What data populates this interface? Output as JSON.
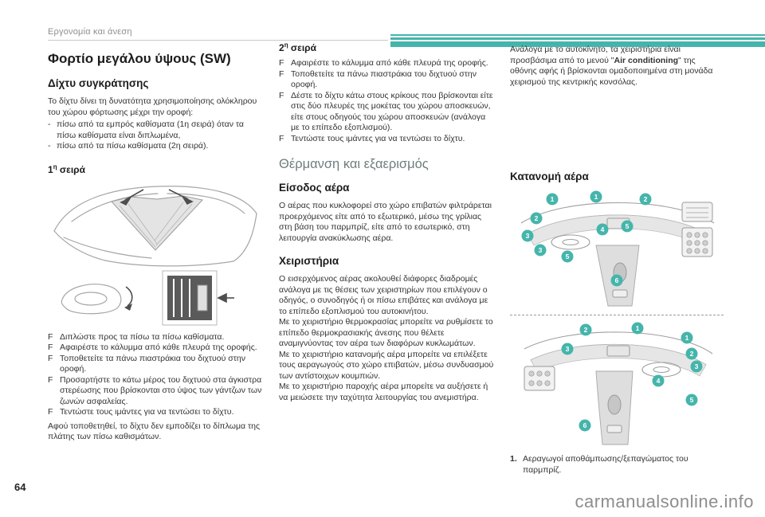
{
  "colors": {
    "accent": "#45b5ab",
    "line_art": "#a0a0a0"
  },
  "glyphs": {
    "step_marker": "F",
    "dash": "-"
  },
  "page": {
    "section_header": "Εργονομία και άνεση",
    "page_number": "64",
    "watermark": "carmanualsonline.info"
  },
  "col1": {
    "title": "Φορτίο μεγάλου ύψους (SW)",
    "subtitle": "Δίχτυ συγκράτησης",
    "intro": "Το δίχτυ δίνει τη δυνατότητα χρησιμοποίησης ολόκληρου του χώρου φόρτωσης μέχρι την οροφή:",
    "dash_items": [
      "πίσω από τα εμπρός καθίσματα (1η σειρά) όταν τα πίσω καθίσματα είναι διπλωμένα,",
      "πίσω από τα πίσω καθίσματα (2η σειρά)."
    ],
    "row_heading": {
      "num": "1",
      "sup": "η",
      "rest": " σειρά"
    },
    "steps": [
      "Διπλώστε προς τα πίσω τα πίσω καθίσματα.",
      "Αφαιρέστε το κάλυμμα από κάθε πλευρά της οροφής.",
      "Τοποθετείτε τα πάνω πιαστράκια του διχτυού στην οροφή.",
      "Προσαρτήστε το κάτω μέρος του διχτυού στα άγκιστρα στερέωσης που βρίσκονται στο ύψος των γάντζων των ζωνών ασφαλείας.",
      "Τεντώστε τους ιμάντες για να τεντώσει το δίχτυ."
    ],
    "outro": "Αφού τοποθετηθεί, το δίχτυ δεν εμποδίζει το δίπλωμα της πλάτης των πίσω καθισμάτων."
  },
  "col2": {
    "row_heading": {
      "num": "2",
      "sup": "η",
      "rest": " σειρά"
    },
    "steps": [
      "Αφαιρέστε το κάλυμμα από κάθε πλευρά της οροφής.",
      "Τοποθετείτε τα πάνω πιαστράκια του διχτυού στην οροφή.",
      "Δέστε το δίχτυ κάτω στους κρίκους που βρίσκονται είτε στις δύο πλευρές της μοκέτας του χώρου αποσκευών, είτε στους οδηγούς του χώρου αποσκευών (ανάλογα με το επίπεδο εξοπλισμού).",
      "Τεντώστε τους ιμάντες για να τεντώσει το δίχτυ."
    ],
    "section_title": "Θέρμανση και εξαερισμός",
    "air_inlet_heading": "Είσοδος αέρα",
    "air_inlet_body": "Ο αέρας που κυκλοφορεί στο χώρο επιβατών φιλτράρεται προερχόμενος είτε από το εξωτερικό, μέσω της γρίλιας στη βάση του παρμπρίζ, είτε από το εσωτερικό, στη λειτουργία ανακύκλωσης αέρα.",
    "controls_heading": "Χειριστήρια",
    "controls_paras": [
      "Ο εισερχόμενος αέρας ακολουθεί διάφορες διαδρομές ανάλογα με τις θέσεις των χειριστηρίων που επιλέγουν ο οδηγός, ο συνοδηγός ή οι πίσω επιβάτες και ανάλογα με το επίπεδο εξοπλισμού του αυτοκινήτου.",
      "Με το χειριστήριο θερμοκρασίας μπορείτε να ρυθμίσετε το επίπεδο θερμοκρασιακής άνεσης που θέλετε αναμιγνύοντας τον αέρα των διαφόρων κυκλωμάτων.",
      "Με το χειριστήριο κατανομής αέρα μπορείτε να επιλέξετε τους αεραγωγούς στο χώρο επιβατών, μέσω συνδυασμού των αντίστοιχων κουμπιών.",
      "Με το χειριστήριο παροχής αέρα μπορείτε να αυξήσετε ή να μειώσετε την ταχύτητα λειτουργίας του ανεμιστήρα."
    ]
  },
  "col3": {
    "intro": {
      "pre": "Ανάλογα με το αυτοκίνητο, τα χειριστήρια είναι προσβάσιμα από το μενού \"",
      "bold": "Air conditioning",
      "post": "\" της οθόνης αφής ή βρίσκονται ομαδοποιημένα στη μονάδα χειρισμού της κεντρικής κονσόλας."
    },
    "distribution_heading": "Κατανομή αέρα",
    "diagram1_callouts": [
      "1",
      "1",
      "2",
      "2",
      "3",
      "3",
      "5",
      "4",
      "5",
      "6"
    ],
    "diagram2_callouts": [
      "2",
      "1",
      "1",
      "3",
      "2",
      "4",
      "3",
      "5",
      "6"
    ],
    "caption": {
      "num": "1.",
      "text": "Αεραγωγοί αποθάμπωσης/ξεπαγώματος του παρμπρίζ."
    }
  }
}
